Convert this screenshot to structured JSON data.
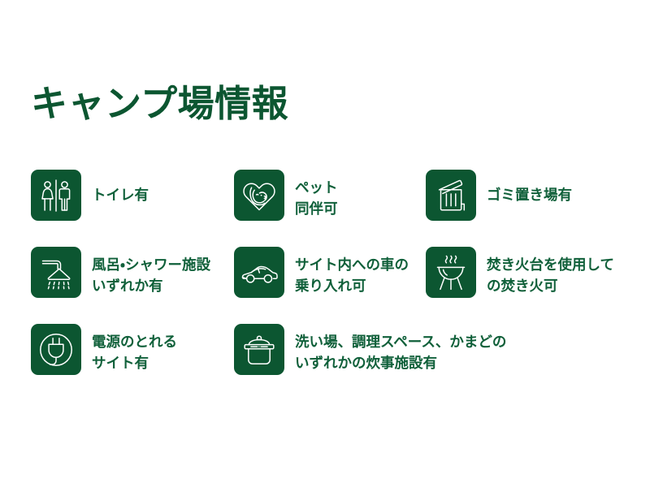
{
  "header": {
    "title": "キャンプ場情報"
  },
  "colors": {
    "brand_green": "#0c5631",
    "text_green": "#10603a",
    "background": "#ffffff",
    "icon_stroke": "#ffffff"
  },
  "features": [
    {
      "icon": "toilet-icon",
      "line1": "トイレ有",
      "line2": ""
    },
    {
      "icon": "pet-heart-dog-icon",
      "line1": "ペット",
      "line2": "同伴可"
    },
    {
      "icon": "trash-bin-icon",
      "line1": "ゴミ置き場有",
      "line2": ""
    },
    {
      "icon": "shower-icon",
      "line1": "風呂・シャワー施設",
      "line2": "いずれか有"
    },
    {
      "icon": "car-icon",
      "line1": "サイト内への車の",
      "line2": "乗り入れ可"
    },
    {
      "icon": "bbq-grill-icon",
      "line1": "焚き火台を使用して",
      "line2": "の焚き火可"
    },
    {
      "icon": "power-plug-icon",
      "line1": "電源のとれる",
      "line2": "サイト有"
    },
    {
      "icon": "cooking-pot-icon",
      "line1": "洗い場、調理スペース、かまどの",
      "line2": "いずれかの炊事施設有"
    }
  ]
}
